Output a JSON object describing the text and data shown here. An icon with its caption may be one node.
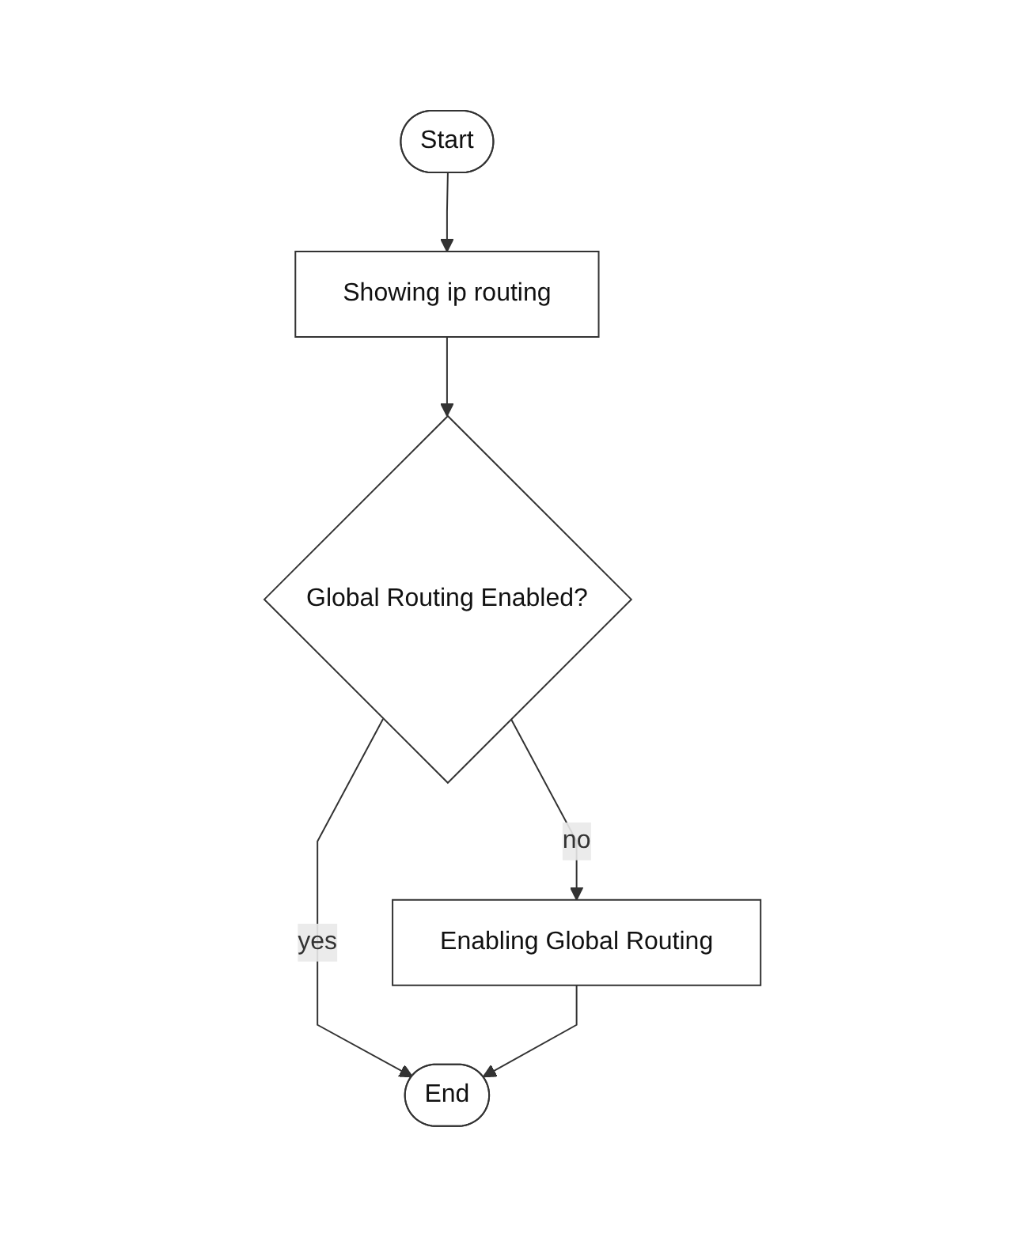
{
  "diagram": {
    "nodes": [
      {
        "text": [
          "Start"
        ]
      },
      {
        "text": [
          "Showing ip routing"
        ]
      },
      {
        "text": [
          "Global Routing Enabled?"
        ]
      },
      {
        "text": [
          "Enabling Global Routing"
        ]
      },
      {
        "text": [
          "End"
        ]
      }
    ],
    "edges": [
      {
        "from": 0,
        "to": 1,
        "arrow": "to"
      },
      {
        "from": 1,
        "to": 2,
        "arrow": "to"
      },
      {
        "from": 2,
        "to": 3,
        "arrow": "to",
        "label": "no"
      },
      {
        "from": 2,
        "to": 4,
        "arrow": "to",
        "label": "yes"
      },
      {
        "from": 3,
        "to": 4,
        "arrow": "to"
      }
    ]
  }
}
